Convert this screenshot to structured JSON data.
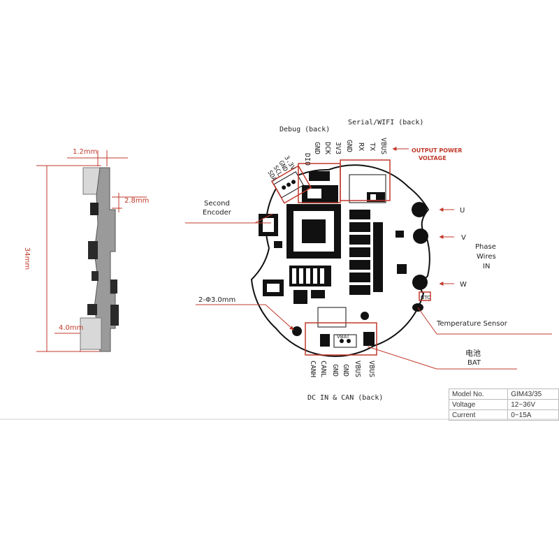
{
  "dimensions": {
    "thickness_top": "1.2mm",
    "connector_depth": "2.8mm",
    "height": "34mm",
    "connector_bottom": "4.0mm"
  },
  "headers": {
    "debug": "Debug (back)",
    "serial": "Serial/WIFI (back)",
    "dc_in": "DC IN & CAN (back)"
  },
  "debug_pins": [
    "DIO",
    "GND",
    "DCK",
    "3V3"
  ],
  "serial_pins": [
    "GND",
    "RX",
    "TX",
    "VBUS"
  ],
  "i2c_pins": [
    "3.3V",
    "GND",
    "SCL",
    "SDA"
  ],
  "dc_pins": [
    "CANH",
    "CANL",
    "GND",
    "GND",
    "VBUS",
    "VBUS"
  ],
  "labels": {
    "output_power": "OUTPUT POWER",
    "output_voltage": "VOLTAGE",
    "second_encoder_1": "Second",
    "second_encoder_2": "Encoder",
    "holes": "2-Φ3.0mm",
    "phase_1": "Phase",
    "phase_2": "Wires",
    "phase_3": "IN",
    "phase_u": "U",
    "phase_v": "V",
    "phase_w": "W",
    "temp_sensor": "Temperature Sensor",
    "battery_cn": "电池",
    "battery_en": "BAT",
    "board_vbat": "VBAT",
    "board_ntc": "NTC"
  },
  "spec_table": [
    {
      "key": "Model No.",
      "value": "GIM43/35"
    },
    {
      "key": "Voltage",
      "value": "12~36V"
    },
    {
      "key": "Current",
      "value": "0~15A"
    }
  ],
  "colors": {
    "annotation": "#c0392b",
    "board": "#111111",
    "side_profile": "#8a8a8a"
  }
}
